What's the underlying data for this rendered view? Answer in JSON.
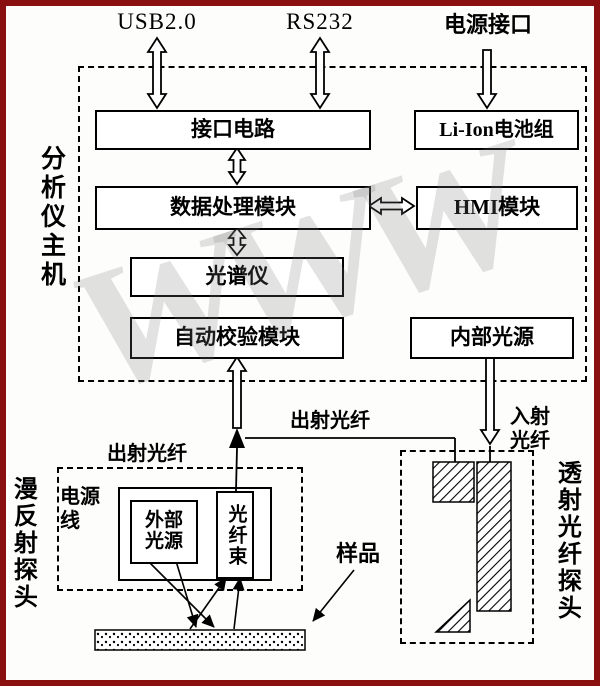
{
  "diagram": {
    "watermark": "WWW",
    "external_interfaces": {
      "usb": "USB2.0",
      "rs232": "RS232",
      "power_port": "电源接口"
    },
    "main_unit": {
      "label": "分析仪主机",
      "interface_circuit": "接口电路",
      "battery_pack": "Li-Ion电池组",
      "data_processing": "数据处理模块",
      "hmi_module": "HMI模块",
      "spectrometer": "光谱仪",
      "auto_calibration": "自动校验模块",
      "internal_light_source": "内部光源"
    },
    "fibers": {
      "exit_fiber_left": "出射光纤",
      "exit_fiber_top": "出射光纤",
      "incident_fiber": "入射光纤"
    },
    "diffuse_probe": {
      "label": "漫反射探头",
      "power_line": "电源线",
      "external_light_source": "外部光源",
      "fiber_bundle": "光纤束"
    },
    "transmission_probe": {
      "label": "透射光纤探头"
    },
    "sample": {
      "label": "样品"
    }
  },
  "colors": {
    "frame_border": "#8a1010",
    "line": "#000000",
    "background": "#fdfdfc"
  }
}
